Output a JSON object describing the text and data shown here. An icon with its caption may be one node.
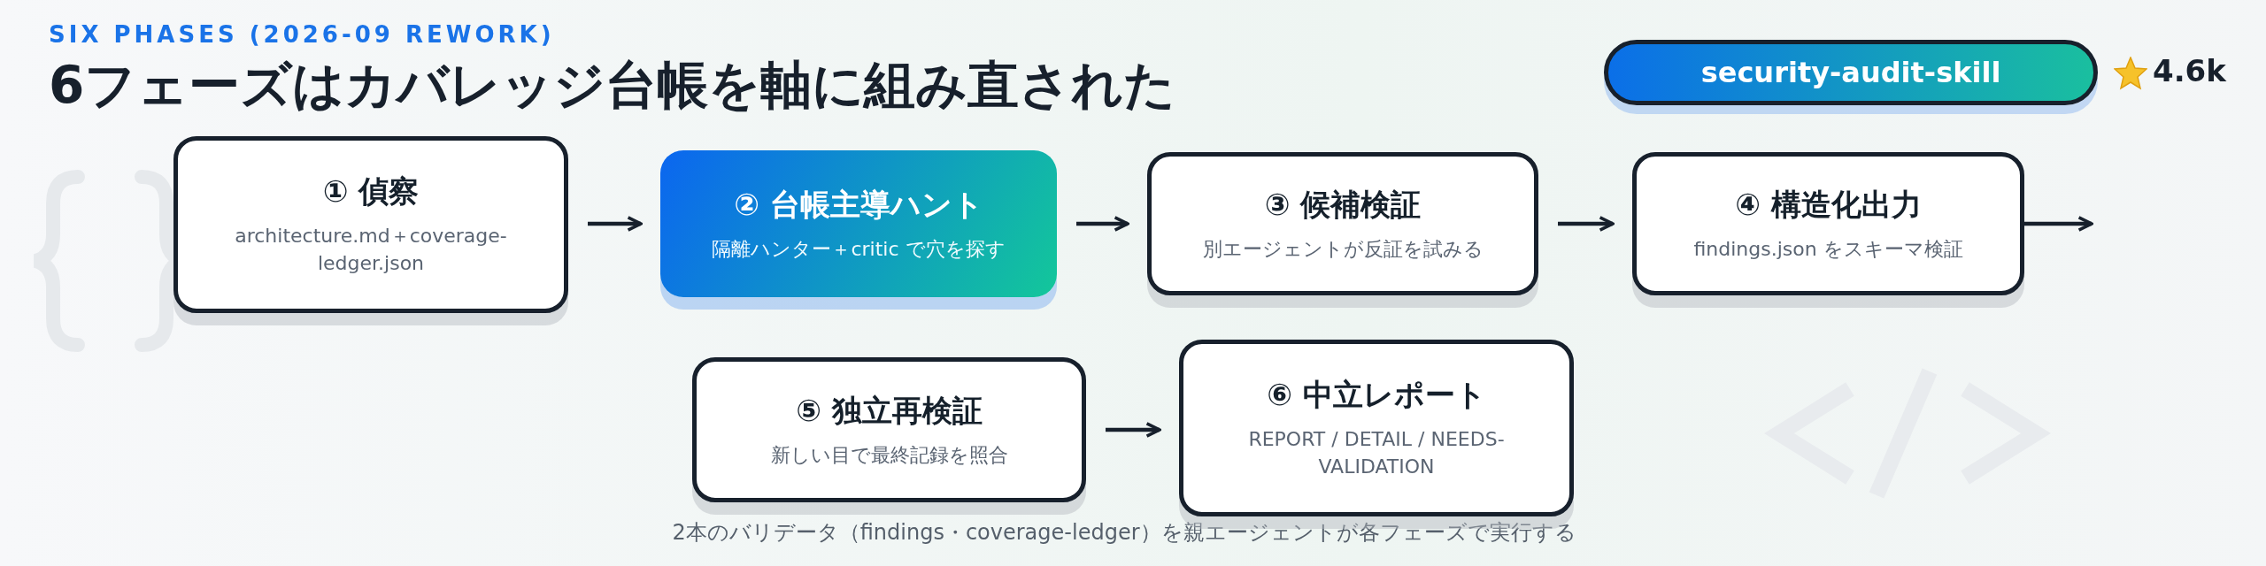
{
  "diagram": {
    "title": "6フェーズはカバレッジ台帳を軸に組み直された",
    "caption": "2本のバリデータ（findings・coverage-ledger）を親エージェントが各フェーズで実行する",
    "nodes": [
      {
        "text": [
          "① 偵察",
          "architecture.md＋coverage-ledger.json"
        ]
      },
      {
        "text": [
          "② 台帳主導ハント",
          "隔離ハンター＋critic で穴を探す"
        ]
      },
      {
        "text": [
          "③ 候補検証",
          "別エージェントが反証を試みる"
        ]
      },
      {
        "text": [
          "④ 構造化出力",
          "findings.json をスキーマ検証"
        ]
      },
      {
        "text": [
          "⑤ 独立再検証",
          "新しい目で最終記録を照合"
        ]
      },
      {
        "text": [
          "⑥ 中立レポート",
          "REPORT / DETAIL / NEEDS-VALIDATION"
        ]
      }
    ],
    "edges": [
      {
        "from": 0,
        "to": 1,
        "arrow": "to"
      },
      {
        "from": 1,
        "to": 2,
        "arrow": "to"
      },
      {
        "from": 2,
        "to": 3,
        "arrow": "to"
      },
      {
        "from": 3,
        "to": null,
        "arrow": "to"
      },
      {
        "from": 4,
        "to": 5,
        "arrow": "to"
      }
    ],
    "labels": [
      "SIX PHASES (2026-09 REWORK)",
      "security-audit-skill",
      "4.6k"
    ]
  }
}
